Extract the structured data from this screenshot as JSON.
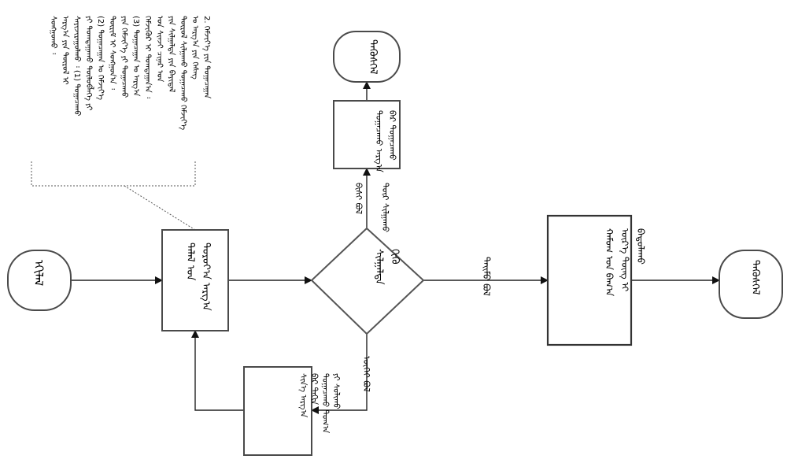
{
  "nodes": {
    "start": "ᠡᠬᠢᠯᠡᠯ",
    "end_top": "ᠲᠡᠭᠦᠰᠬᠡᠯ",
    "end_right": "ᠲᠡᠭᠦᠰᠬᠡᠯ",
    "input": "ᠳᠠᠯᠠᠯ ᠤᠨ ᠳᠣᠷᠤᠶ᠎ᠠ ᠠᠷᠭ᠎ᠠ",
    "decision": "ᠰᠢᠯᠭᠠᠯᠲᠠ ᠬᠢᠬᠦ",
    "top_box": "ᠲᠣᠭᠠᠴᠠᠬᠤ ᠠᠷᠭ᠎ᠠ ᠪᠠᠷ ᠲᠣᠭᠠᠴᠠᠬᠤ",
    "right_box": "ᠬᠠᠮᠤᠭ ᠤᠨ ᠪᠠᠭ᠎ᠠ ᠦᠷ᠎ᠡ ᠳᠦᠩ ᠢ ᠪᠠᠳᠤᠯᠠᠬᠤ",
    "bottom_box": "ᠰᠢᠨ᠎ᠡ ᠠᠷᠭ᠎ᠠ ᠪᠠᠷ ᠳᠠᠬᠢᠨ ᠲᠣᠭᠠᠴᠠᠬᠤ ᠲᠣᠭ᠎ᠠ ᠶᠢ ᠰᠣᠯᠢᠬᠤ"
  },
  "edges": {
    "top_left": "ᠪᠢᠰᠢ ᠪᠣᠯ",
    "top_right": "ᠲᠦᠷ ᠰᠢᠯᠭᠠᠬᠤ",
    "right": "ᠲᠡᠢᠮᠦ ᠪᠣᠯ",
    "bottom": "ᠦᠭᠡᠢ ᠪᠣᠯ"
  },
  "annotation": "2. ᠬᠡᠮᠵᠢᠶ᠎ᠡ ᠶᠢᠨ ᠲᠣᠭᠠᠴᠠᠭᠠᠨ ᠤ ᠠᠷᠭ᠎ᠠ ᠶᠢᠨ ᠬᠡᠰᠡᠭ ᠲᠥᠷᠥᠯ ᠰᠢᠯᠭᠠᠬᠤ ᠲᠣᠭᠠᠴᠠᠬᠤ ᠬᠡᠮᠵᠢᠶ᠎ᠡ ᠶᠢᠨ ᠰᠢᠯᠭᠠᠯᠲᠠ ᠶᠢᠨ ᠪᠠᠶᠢᠳᠠᠯ ᠤᠨ ᠰᠢᠨᠵᠢ ᠴᠢᠨᠠᠷ ᠤᠨ ᠬᠡᠮᠵᠢᠭᠦᠷ ᠢ ᠲᠣᠭᠲᠠᠭᠠᠨ᠎ᠠ ᠄ (3) ᠲᠣᠭᠠᠴᠠᠭᠠᠨ ᠤ ᠠᠷᠭ᠎ᠠ ᠶᠢᠨ ᠬᠡᠮᠵᠢᠶ᠎ᠡ ᠶᠢ ᠲᠣᠭᠠᠴᠠᠬᠤ ᠳᠦᠷᠢᠮ ᠢ ᠰᠣᠩᠭᠣᠨ᠎ᠠ ᠄ (2) ᠲᠣᠭᠠᠴᠠᠭᠠᠨ ᠤ ᠬᠡᠮᠵᠢᠶ᠎ᠡ ᠶᠢ ᠲᠣᠭᠲᠠᠭᠠᠬᠤ ᠲᠥᠯᠥᠪᠯᠡᠭᠡ ᠶᠢ ᠰᠠᠶᠢᠵᠢᠷᠠᠭᠤᠯᠬᠤ ᠄ (1) ᠲᠣᠭᠠᠴᠠᠬᠤ ᠠᠷᠭ᠎ᠠ ᠶᠢᠨ ᠲᠥᠷᠥᠯ ᠢ ᠰᠣᠩᠭᠣᠬᠤ ᠄"
}
